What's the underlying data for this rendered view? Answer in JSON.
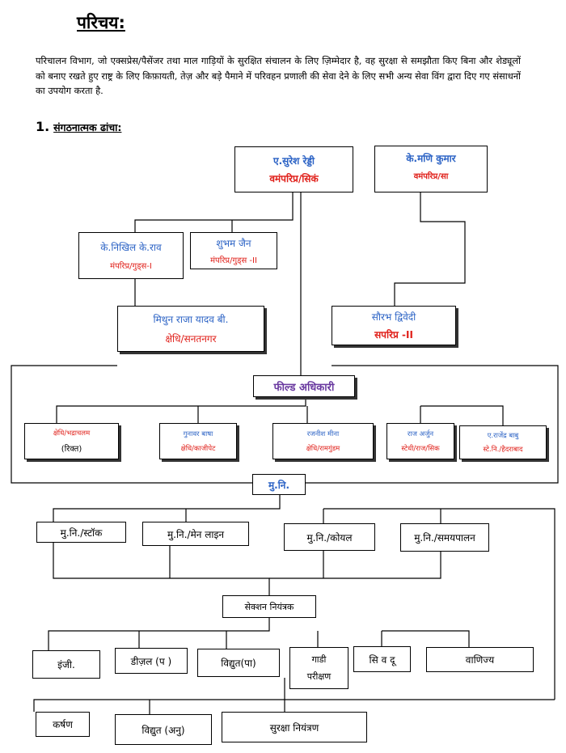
{
  "heading": "परिचय:",
  "intro": "परिचालन विभाग, जो एक्सप्रेस/पैसेंजर तथा माल गाड़ियों के सुरक्षित संचालन के लिए ज़िम्मेदार है, वह सुरक्षा से समझौता किए बिना और शेड्यूलों को बनाए रखते हुए राष्ट्र के लिए किफ़ायती, तेज़ और बड़े पैमाने में परिवहन प्रणाली की सेवा देने के लिए सभी अन्य सेवा विंग द्वारा दिए गए संसाधनों का उपयोग करता है.",
  "section": {
    "number": "1.",
    "label": "संगठनात्मक ढांचा:"
  },
  "org": {
    "suresh": {
      "name": "ए.सुरेश रेड्डी",
      "post": "वमंपरिप्र/सिकं"
    },
    "mani": {
      "name": "के.मणि कुमार",
      "post": "वमंपरिप्र/सा"
    },
    "nikhil": {
      "name": "के.निखिल के.राव",
      "post": "मंपरिप्र/गुड्स-I"
    },
    "shubham": {
      "name": "शुभम जैन",
      "post": "मंपरिप्र/गुड्स -II"
    },
    "mithun": {
      "name": "मिथुन राजा यादव बी.",
      "post": "क्षेधि/सनतनगर"
    },
    "saurabh": {
      "name": "सौरभ द्विवेदी",
      "post": "सपरिप्र -II"
    },
    "field": "फील्ड अधिकारी",
    "f1": {
      "a": "क्षेधि/भद्राचलम",
      "b": "(रिक्त)"
    },
    "f2": {
      "a": "गुनावर बाषा",
      "b": "क्षेधि/काजीपेट"
    },
    "f3": {
      "a": "रजनीश मीना",
      "b": "क्षेधि/रामगुंडम"
    },
    "f4": {
      "a": "राज अर्जुन",
      "b": "स्टेधी/राज/सिक"
    },
    "f5": {
      "a": "ए.राजेंद्र बाबु",
      "b": "स्टे.नि./हैदराबाद"
    },
    "mu": "मु.नि.",
    "mu1": "मु.नि./स्टॉक",
    "mu2": "मु.नि./मेन लाइन",
    "mu3": "मु.नि./कोयल",
    "mu4": "मु.नि./समयपालन",
    "section_ctrl": "सेक्शन नियंत्रक",
    "c1": "इंजी.",
    "c2": "डीज़ल (प )",
    "c3": "विद्युत(पा)",
    "c4a": "गाडी",
    "c4b": "परीक्षण",
    "c5": "सि व दू",
    "c6": "वाणिज्य",
    "d1": "कर्षण",
    "d2": "विद्युत (अनु)",
    "d3": "सुरक्षा नियंत्रण"
  }
}
